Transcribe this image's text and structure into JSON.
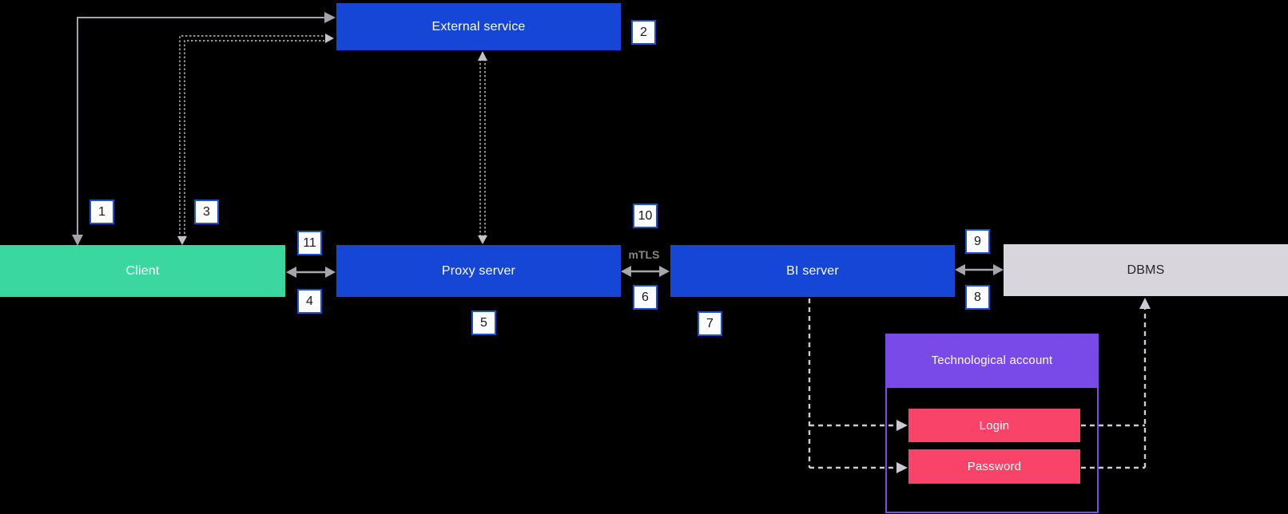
{
  "nodes": {
    "external_service": {
      "label": "External service"
    },
    "client": {
      "label": "Client"
    },
    "proxy_server": {
      "label": "Proxy server"
    },
    "bi_server": {
      "label": "BI server"
    },
    "dbms": {
      "label": "DBMS"
    },
    "technological_account": {
      "label": "Technological account"
    },
    "login": {
      "label": "Login"
    },
    "password": {
      "label": "Password"
    }
  },
  "steps": {
    "s1": "1",
    "s2": "2",
    "s3": "3",
    "s4": "4",
    "s5": "5",
    "s6": "6",
    "s7": "7",
    "s8": "8",
    "s9": "9",
    "s10": "10",
    "s11": "11"
  },
  "annotations": {
    "mtls": "mTLS"
  },
  "colors": {
    "background": "#000000",
    "node_blue": "#1646D6",
    "node_green": "#3BD7A0",
    "node_purple": "#7A4AE8",
    "node_pink": "#F94369",
    "node_gray": "#D8D5DC",
    "badge_border": "#1B50D8",
    "solid_connector": "#A6A6AE",
    "dashed_connector": "#CBC9D3",
    "mtls_text": "#85858C"
  }
}
